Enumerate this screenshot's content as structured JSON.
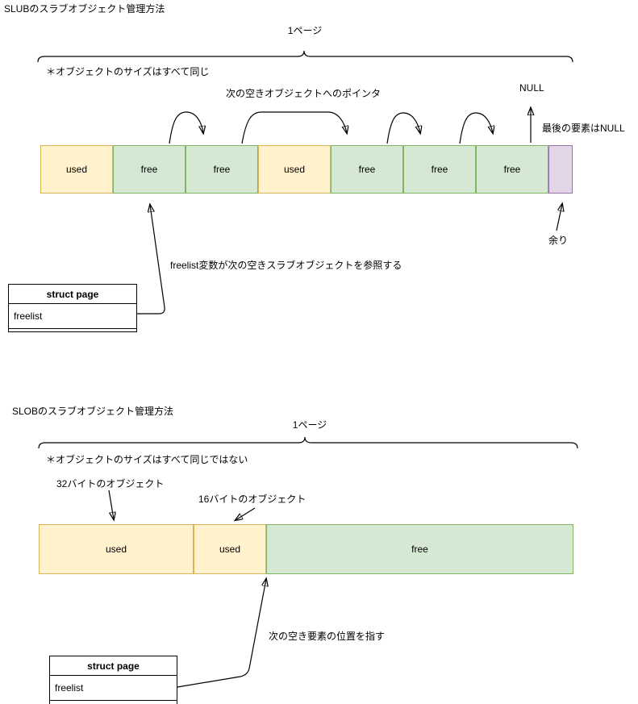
{
  "palette": {
    "used_fill": "#fff2cc",
    "used_border": "#d6b656",
    "free_fill": "#d5e8d4",
    "free_border": "#82b366",
    "remainder_fill": "#e1d5e7",
    "remainder_border": "#9673a6",
    "line_color": "#000000",
    "background": "#ffffff"
  },
  "slub": {
    "title": "SLUBのスラブオブジェクト管理方法",
    "page_label": "1ページ",
    "note": "＊オブジェクトのサイズはすべて同じ",
    "pointer_label": "次の空きオブジェクトへのポインタ",
    "null_label": "NULL",
    "last_element_note": "最後の要素はNULL",
    "remainder_label": "余り",
    "freelist_note": "freelist変数が次の空きスラブオブジェクトを参照する",
    "cells": [
      {
        "label": "used",
        "state": "used"
      },
      {
        "label": "free",
        "state": "free"
      },
      {
        "label": "free",
        "state": "free"
      },
      {
        "label": "used",
        "state": "used"
      },
      {
        "label": "free",
        "state": "free"
      },
      {
        "label": "free",
        "state": "free"
      },
      {
        "label": "free",
        "state": "free"
      },
      {
        "label": "",
        "state": "remainder"
      }
    ],
    "struct_page": {
      "title": "struct page",
      "field": "freelist"
    }
  },
  "slob": {
    "title": "SLOBのスラブオブジェクト管理方法",
    "page_label": "1ページ",
    "note": "＊オブジェクトのサイズはすべて同じではない",
    "object32_label": "32バイトのオブジェクト",
    "object16_label": "16バイトのオブジェクト",
    "pointer_note": "次の空き要素の位置を指す",
    "cells": [
      {
        "label": "used",
        "state": "used"
      },
      {
        "label": "used",
        "state": "used"
      },
      {
        "label": "free",
        "state": "free"
      }
    ],
    "struct_page": {
      "title": "struct page",
      "field": "freelist"
    }
  }
}
